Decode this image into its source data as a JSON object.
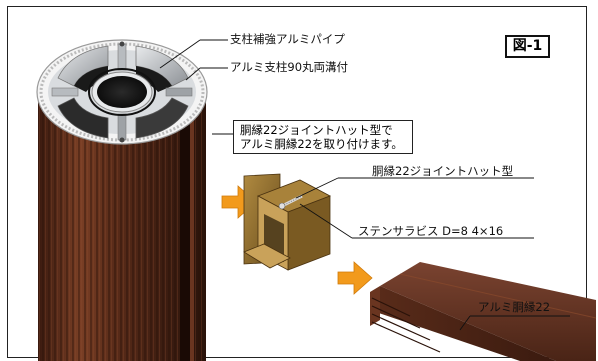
{
  "figure_tag": "図-1",
  "labels": {
    "reinforcement_pipe": "支柱補強アルミパイプ",
    "post_groove": "アルミ支柱90丸両溝付",
    "callout_line1": "胴縁22ジョイントハット型で",
    "callout_line2": "アルミ胴縁22を取り付けます。",
    "joint_hat": "胴縁22ジョイントハット型",
    "screw": "ステンサラビス D=8  4×16",
    "rail": "アルミ胴縁22"
  },
  "colors": {
    "post_brown": "#4a2416",
    "post_highlight": "#8a4a2c",
    "joint_gold": "#8a6a2c",
    "arrow_orange": "#f29a1c",
    "aluminum": "#c9ccd0"
  }
}
